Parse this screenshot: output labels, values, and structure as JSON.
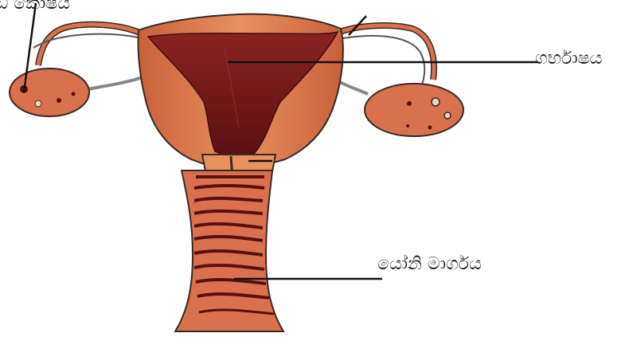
{
  "labels": {
    "ovary_partial": "ඩ කෝෂය",
    "uterus": "ගර්භාෂය",
    "vagina": "යෝනි මාර්ගය"
  },
  "colors": {
    "tissue": "#d9714e",
    "tissue_light": "#e8915f",
    "tissue_dark": "#8e3b22",
    "cavity": "#7d1f1f",
    "cavity_dark": "#5a1010",
    "stroke": "#3a2a22",
    "leader": "#111111"
  }
}
